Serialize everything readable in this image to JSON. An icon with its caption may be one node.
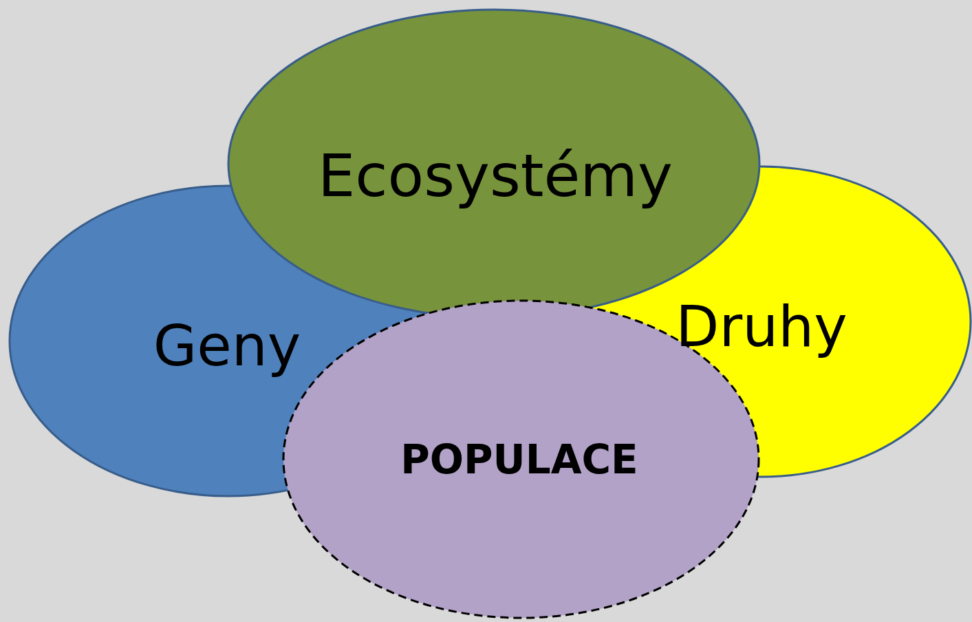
{
  "diagram": {
    "nodes": [
      {
        "text": [
          "Ecosystémy"
        ]
      },
      {
        "text": [
          "Geny"
        ]
      },
      {
        "text": [
          "Druhy"
        ]
      },
      {
        "text": [
          "POPULACE"
        ]
      }
    ],
    "edges": []
  }
}
